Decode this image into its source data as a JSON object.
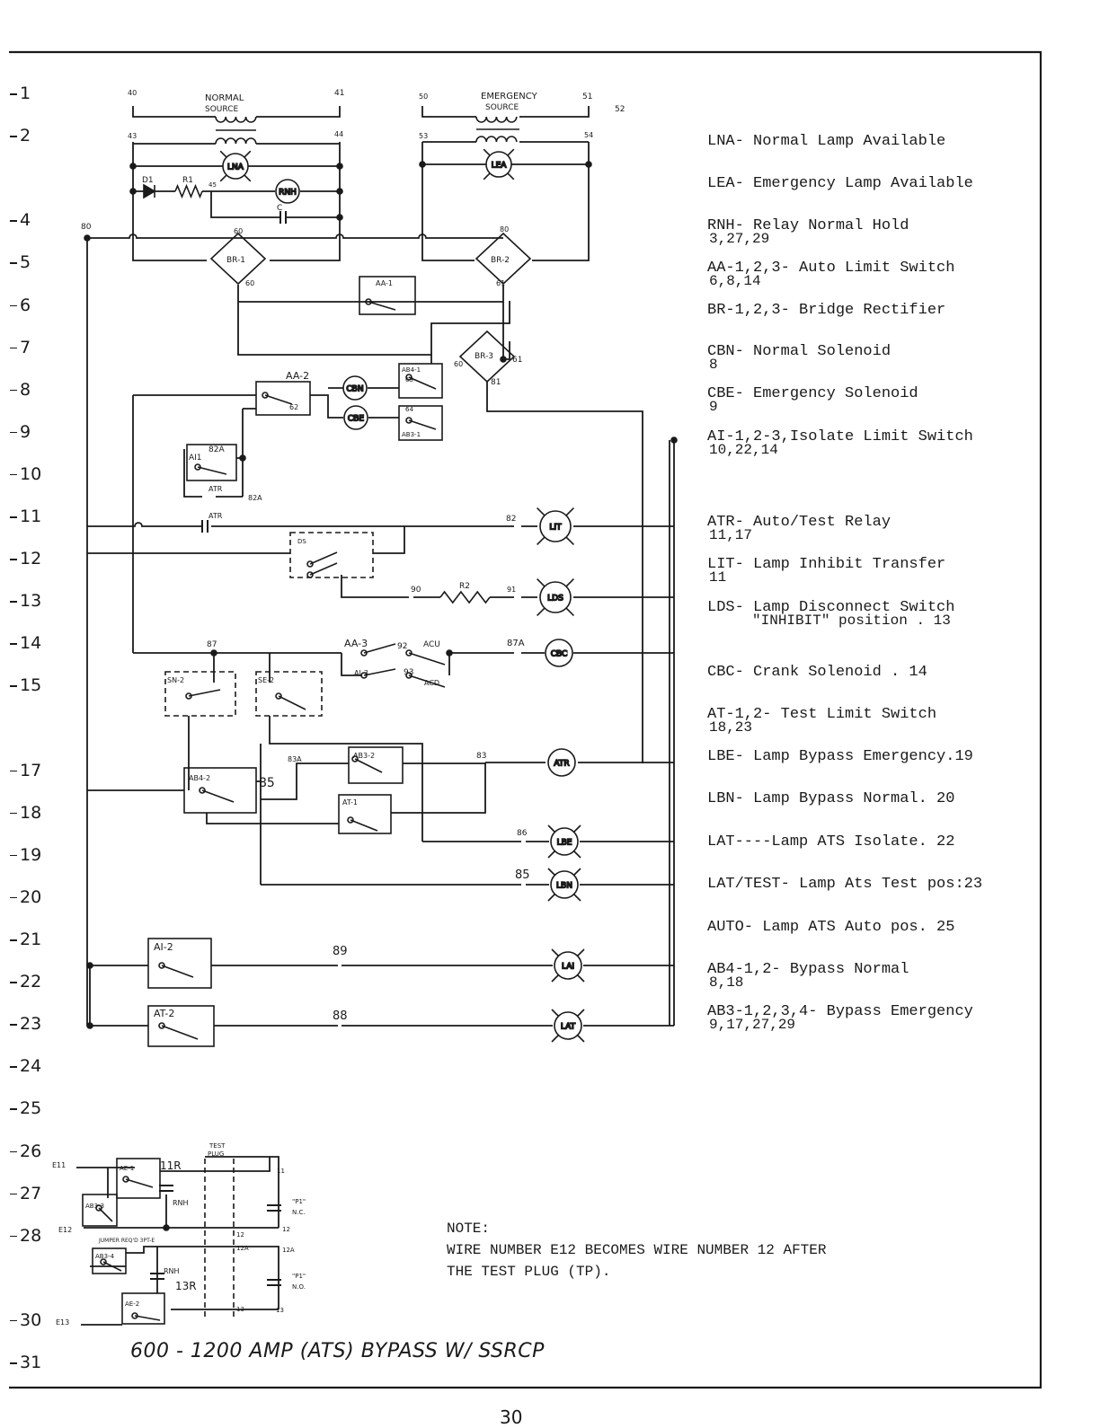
{
  "row_numbers": [
    "1",
    "2",
    "",
    "4",
    "5",
    "6",
    "7",
    "8",
    "9",
    "10",
    "11",
    "12",
    "13",
    "14",
    "15",
    "",
    "17",
    "18",
    "19",
    "20",
    "21",
    "22",
    "23",
    "24",
    "25",
    "26",
    "27",
    "28",
    "",
    "30",
    "31"
  ],
  "legend": [
    {
      "text": "LNA- Normal Lamp Available",
      "refs": ""
    },
    {
      "text": "LEA- Emergency Lamp Available",
      "refs": ""
    },
    {
      "text": "RNH- Relay Normal Hold",
      "refs": "3,27,29"
    },
    {
      "text": "AA-1,2,3- Auto Limit Switch",
      "refs": "6,8,14"
    },
    {
      "text": "BR-1,2,3- Bridge Rectifier",
      "refs": ""
    },
    {
      "text": "CBN- Normal Solenoid",
      "refs": "8"
    },
    {
      "text": "CBE- Emergency Solenoid",
      "refs": "9"
    },
    {
      "text": "AI-1,2-3,Isolate Limit Switch",
      "refs": "10,22,14"
    },
    {
      "text": "ATR- Auto/Test Relay",
      "refs": "11,17"
    },
    {
      "text": "LIT- Lamp Inhibit Transfer",
      "refs": "11"
    },
    {
      "text": "LDS- Lamp Disconnect Switch",
      "refs": "     \"INHIBIT\" position . 13"
    },
    {
      "text": "CBC- Crank Solenoid . 14",
      "refs": ""
    },
    {
      "text": "AT-1,2- Test Limit Switch",
      "refs": "18,23"
    },
    {
      "text": "LBE- Lamp Bypass Emergency.19",
      "refs": ""
    },
    {
      "text": "LBN- Lamp Bypass Normal. 20",
      "refs": ""
    },
    {
      "text": "LAT----Lamp ATS Isolate. 22",
      "refs": ""
    },
    {
      "text": "LAT/TEST- Lamp Ats Test pos:23",
      "refs": ""
    },
    {
      "text": "AUTO- Lamp ATS Auto pos.  25",
      "refs": ""
    },
    {
      "text": "AB4-1,2- Bypass Normal",
      "refs": "8,18"
    },
    {
      "text": "AB3-1,2,3,4- Bypass Emergency",
      "refs": "9,17,27,29"
    }
  ],
  "note": {
    "heading": "NOTE:",
    "line1": "WIRE NUMBER E12 BECOMES WIRE NUMBER 12 AFTER",
    "line2": "THE TEST PLUG (TP)."
  },
  "title": "600 - 1200 AMP (ATS) BYPASS  W/ SSRCP",
  "page_number": "30",
  "diagram": {
    "labels": {
      "normal_source": "NORMAL",
      "normal_source2": "SOURCE",
      "emergency_source": "EMERGENCY",
      "emergency_source2": "SOURCE",
      "w40": "40",
      "w41": "41",
      "w43": "43",
      "w44": "44",
      "w45": "45",
      "w50": "50",
      "w51": "51",
      "w52": "52",
      "w53": "53",
      "w54": "54",
      "d1": "D1",
      "r1": "R1",
      "c": "C",
      "w80": "80",
      "w80b": "80",
      "w60a": "60",
      "w60b": "60",
      "w60c": "60",
      "w61a": "61",
      "w61b": "61",
      "w81": "81",
      "br1": "BR-1",
      "br2": "BR-2",
      "br3": "BR-3",
      "aa1": "AA-1",
      "aa2": "AA-2",
      "w62": "62",
      "ab41": "AB4-1",
      "w63": "63",
      "w64": "64",
      "ab31": "AB3-1",
      "ai1": "AI1",
      "w82a": "82A",
      "w82a2": "82A",
      "atr1": "ATR",
      "atr2": "ATR",
      "w82": "82",
      "ds": "DS",
      "w90": "90",
      "r2": "R2",
      "w91": "91",
      "w87": "87",
      "aa3": "AA-3",
      "w92": "92",
      "acu": "ACU",
      "ai3": "AI-3",
      "w93": "93",
      "acd": "ACD",
      "w87a": "87A",
      "sn2": "SN-2",
      "se2": "SE-2",
      "w83a": "83A",
      "ab32": "AB3-2",
      "w83": "83",
      "ab42": "AB4-2",
      "w85": "85",
      "at1": "AT-1",
      "w86": "86",
      "w85b": "85",
      "ai2": "AI-2",
      "w89": "89",
      "at2": "AT-2",
      "w88": "88",
      "test_plug": "TEST",
      "test_plug2": "PLUG",
      "ae1": "AE-1",
      "w11r": "11R",
      "e11": "E11",
      "ab33": "AB3-3",
      "rnh_b": "RNH",
      "w11": "11",
      "p1nc": "\"P1\"",
      "nc": "N.C.",
      "w12": "12",
      "w12b": "12",
      "e12": "E12",
      "jumper": "JUMPER REQ'D 3PT-E",
      "ab34": "AB3-4",
      "w12a": "12A",
      "w12a2": "12A",
      "rnh_c": "RNH",
      "p1no": "\"P1\"",
      "no": "N.O.",
      "w13r": "13R",
      "ae2": "AE-2",
      "w13": "13",
      "w13b": "13",
      "e13": "E13"
    },
    "components": {
      "lna": "LNA",
      "rnh": "RNH",
      "lea": "LEA",
      "cbn": "CBN",
      "cbe": "CBE",
      "lit": "LIT",
      "lds": "LDS",
      "cbc": "CBC",
      "atr": "ATR",
      "lbe": "LBE",
      "lbn": "LBN",
      "lai": "LAI",
      "lat": "LAT"
    }
  }
}
